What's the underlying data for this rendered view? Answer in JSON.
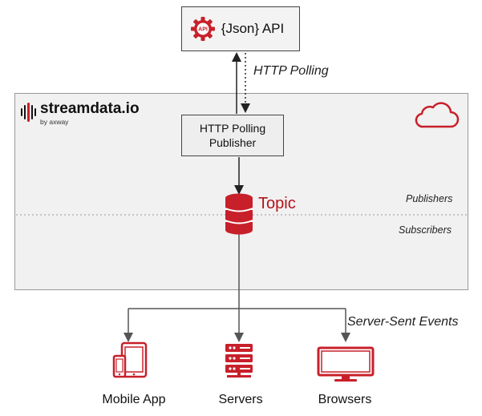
{
  "api": {
    "label": "{Json} API",
    "badge": "API"
  },
  "polling": {
    "label": "HTTP Polling"
  },
  "platform": {
    "brand": "streamdata",
    "brand_suffix": ".io",
    "brand_sub": "by axway",
    "publisher_line1": "HTTP Polling",
    "publisher_line2": "Publisher",
    "topic": "Topic",
    "publishers_label": "Publishers",
    "subscribers_label": "Subscribers"
  },
  "sse": {
    "label": "Server-Sent Events"
  },
  "clients": [
    {
      "label": "Mobile App",
      "icon": "mobile-tablet-icon"
    },
    {
      "label": "Servers",
      "icon": "server-rack-icon"
    },
    {
      "label": "Browsers",
      "icon": "monitor-icon"
    }
  ],
  "colors": {
    "accent": "#c8202a",
    "box": "#efefef",
    "platform": "#f1f1f1"
  }
}
